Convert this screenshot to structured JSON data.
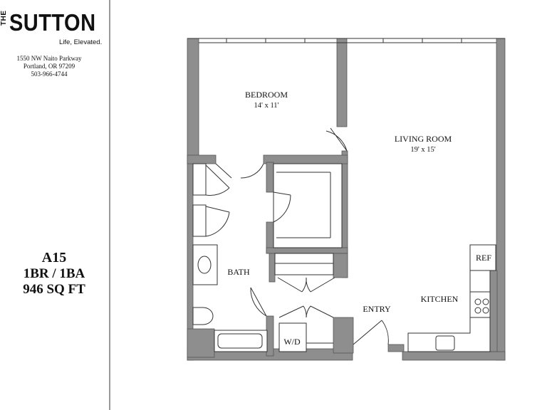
{
  "brand": {
    "prefix": "THE",
    "name": "SUTTON",
    "tagline": "Life, Elevated."
  },
  "address": {
    "street": "1550 NW Naito Parkway",
    "city": "Portland, OR 97209",
    "phone": "503-966-4744"
  },
  "unit": {
    "name": "A15",
    "type": "1BR / 1BA",
    "size": "946 SQ FT"
  },
  "rooms": {
    "bedroom": {
      "label": "BEDROOM",
      "dims": "14' x 11'"
    },
    "living": {
      "label": "LIVING ROOM",
      "dims": "19' x 15'"
    },
    "bath": {
      "label": "BATH"
    },
    "entry": {
      "label": "ENTRY"
    },
    "kitchen": {
      "label": "KITCHEN"
    },
    "washer_dryer": {
      "label": "W/D"
    },
    "fridge": {
      "label": "REF"
    }
  },
  "colors": {
    "wall": "#8e8e8e",
    "line": "#333333",
    "divider": "#9a9a9a"
  }
}
